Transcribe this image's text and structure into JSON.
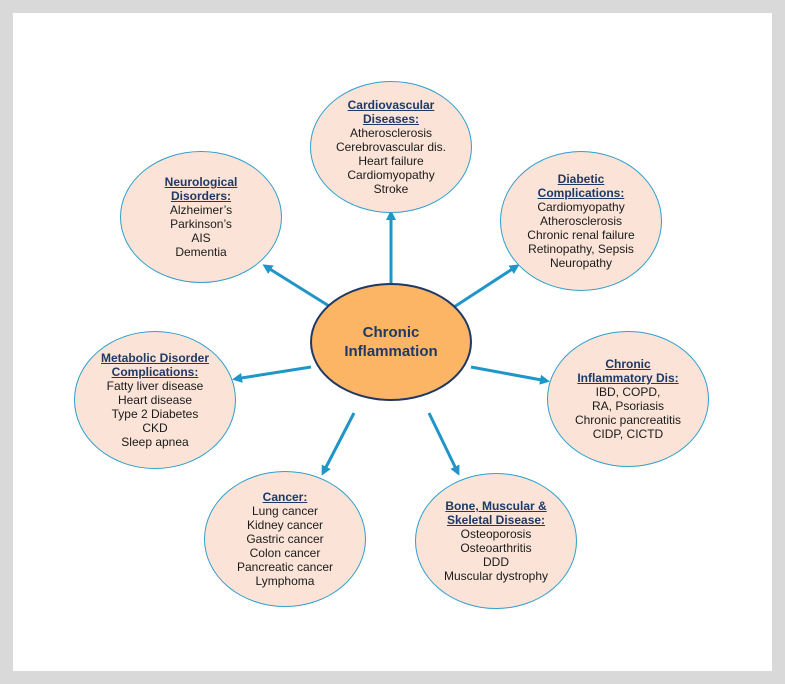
{
  "center": {
    "line1": "Chronic",
    "line2": "Inflammation"
  },
  "nodes": [
    {
      "id": "cardiovascular",
      "title": [
        "Cardiovascular",
        "Diseases:"
      ],
      "items": [
        "Atherosclerosis",
        "Cerebrovascular dis.",
        "Heart failure",
        "Cardiomyopathy",
        "Stroke"
      ]
    },
    {
      "id": "neurological",
      "title": [
        "Neurological",
        "Disorders:"
      ],
      "items": [
        "Alzheimer’s",
        "Parkinson’s",
        "AIS",
        "Dementia"
      ]
    },
    {
      "id": "diabetic",
      "title": [
        "Diabetic",
        "Complications:"
      ],
      "items": [
        "Cardiomyopathy",
        "Atherosclerosis",
        "Chronic renal failure",
        "Retinopathy, Sepsis",
        "Neuropathy"
      ]
    },
    {
      "id": "metabolic",
      "title": [
        "Metabolic Disorder",
        "Complications:"
      ],
      "items": [
        "Fatty liver disease",
        "Heart disease",
        "Type 2 Diabetes",
        "CKD",
        "Sleep apnea"
      ]
    },
    {
      "id": "inflammatory",
      "title": [
        "Chronic",
        "Inflammatory Dis:"
      ],
      "items": [
        "IBD, COPD,",
        "RA, Psoriasis",
        "Chronic pancreatitis",
        "CIDP, CICTD"
      ]
    },
    {
      "id": "cancer",
      "title": [
        "Cancer:"
      ],
      "items": [
        "Lung cancer",
        "Kidney cancer",
        "Gastric cancer",
        "Colon cancer",
        "Pancreatic cancer",
        "Lymphoma"
      ]
    },
    {
      "id": "bone",
      "title": [
        "Bone, Muscular &",
        "Skeletal Disease:"
      ],
      "items": [
        "Osteoporosis",
        "Osteoarthritis",
        "DDD",
        "Muscular dystrophy"
      ]
    }
  ],
  "colors": {
    "node_fill": "#fbe4d7",
    "node_border": "#2f9fcc",
    "center_fill": "#fbb565",
    "arrow": "#1f95c8",
    "title_text": "#1f3864"
  }
}
